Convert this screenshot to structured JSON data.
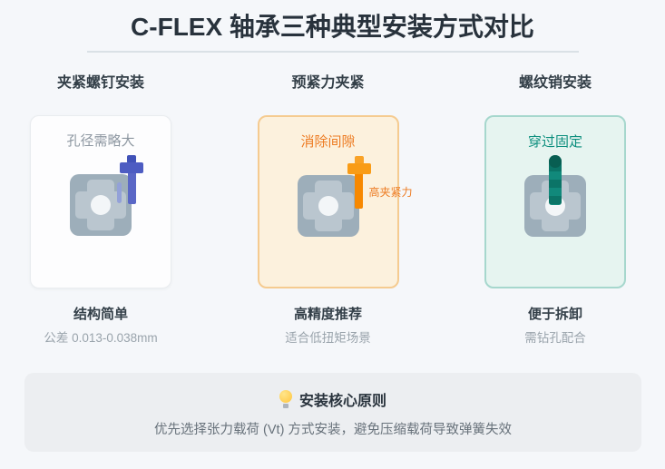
{
  "page": {
    "title": "C-FLEX 轴承三种典型安装方式对比",
    "background_color": "#F5F7FA"
  },
  "columns": [
    {
      "header": "夹紧螺钉安装",
      "card_label": "孔径需略大",
      "footnote_title": "结构简单",
      "footnote_sub": "公差 0.013-0.038mm",
      "icon": "bearing-with-clamp-screw-icon",
      "accent_color": "#4D5CC2"
    },
    {
      "header": "预紧力夹紧",
      "card_label": "消除间隙",
      "side_label": "高夹紧力",
      "footnote_title": "高精度推荐",
      "footnote_sub": "适合低扭矩场景",
      "icon": "bearing-with-preload-screw-icon",
      "accent_color": "#F08A00"
    },
    {
      "header": "螺纹销安装",
      "card_label": "穿过固定",
      "footnote_title": "便于拆卸",
      "footnote_sub": "需钻孔配合",
      "icon": "bearing-with-threaded-pin-icon",
      "accent_color": "#0B8E7D"
    }
  ],
  "tip": {
    "icon": "lightbulb-icon",
    "title": "安装核心原则",
    "body": "优先选择张力载荷 (Vt) 方式安装，避免压缩载荷导致弹簧失效"
  }
}
